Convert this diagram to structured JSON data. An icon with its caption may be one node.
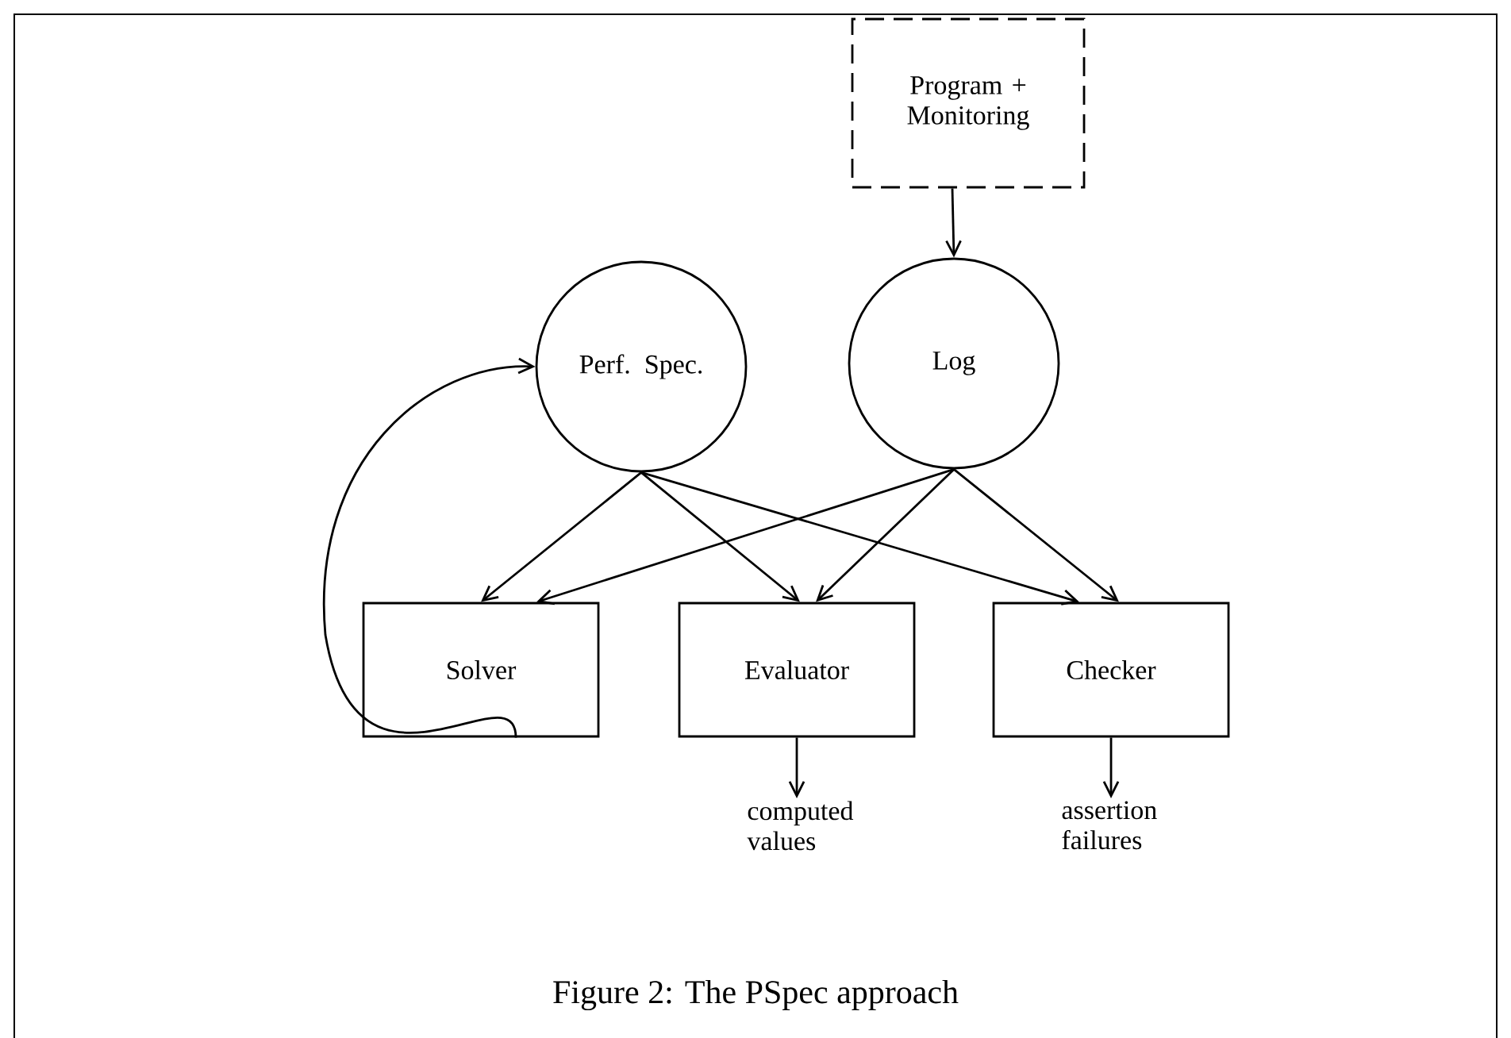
{
  "diagram": {
    "caption": "Figure 2: The PSpec approach",
    "nodes": [
      {
        "text": [
          "Program + Monitoring"
        ]
      },
      {
        "text": [
          "Perf. Spec."
        ]
      },
      {
        "text": [
          "Log"
        ]
      },
      {
        "text": [
          "Solver"
        ]
      },
      {
        "text": [
          "Evaluator"
        ]
      },
      {
        "text": [
          "Checker"
        ]
      },
      {
        "text": [
          "computed values"
        ]
      },
      {
        "text": [
          "assertion failures"
        ]
      }
    ],
    "edges": [
      {
        "from": 0,
        "to": 2,
        "arrow": "to"
      },
      {
        "from": 1,
        "to": 3,
        "arrow": "to"
      },
      {
        "from": 1,
        "to": 4,
        "arrow": "to"
      },
      {
        "from": 1,
        "to": 5,
        "arrow": "to"
      },
      {
        "from": 2,
        "to": 3,
        "arrow": "to"
      },
      {
        "from": 2,
        "to": 4,
        "arrow": "to"
      },
      {
        "from": 2,
        "to": 5,
        "arrow": "to"
      },
      {
        "from": 3,
        "to": 1,
        "arrow": "to"
      },
      {
        "from": 4,
        "to": 6,
        "arrow": "to"
      },
      {
        "from": 5,
        "to": 7,
        "arrow": "to"
      }
    ]
  }
}
